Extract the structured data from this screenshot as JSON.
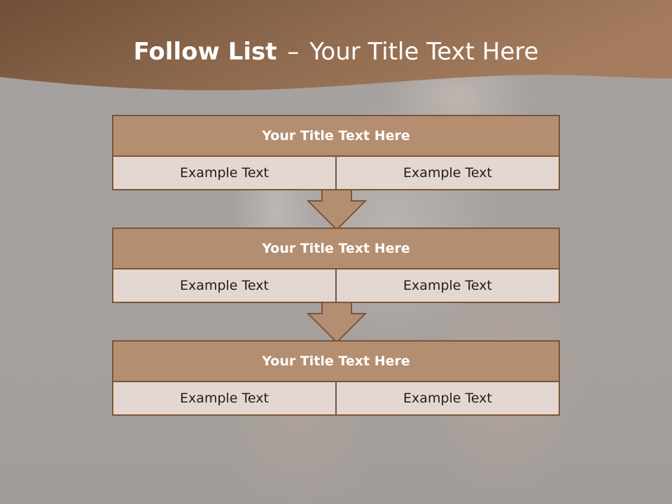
{
  "slide": {
    "title_bold": "Follow List",
    "title_dash": "–",
    "title_rest": "Your Title Text Here"
  },
  "steps": [
    {
      "title": "Your Title Text Here",
      "left": "Example Text",
      "right": "Example Text"
    },
    {
      "title": "Your Title Text Here",
      "left": "Example Text",
      "right": "Example Text"
    },
    {
      "title": "Your Title Text Here",
      "left": "Example Text",
      "right": "Example Text"
    }
  ],
  "colors": {
    "header_brown": "#7a5840",
    "title_fill": "#b48e70",
    "cell_fill": "#e4d6d0",
    "border": "#7b5538",
    "arrow_fill": "#b48e70"
  }
}
